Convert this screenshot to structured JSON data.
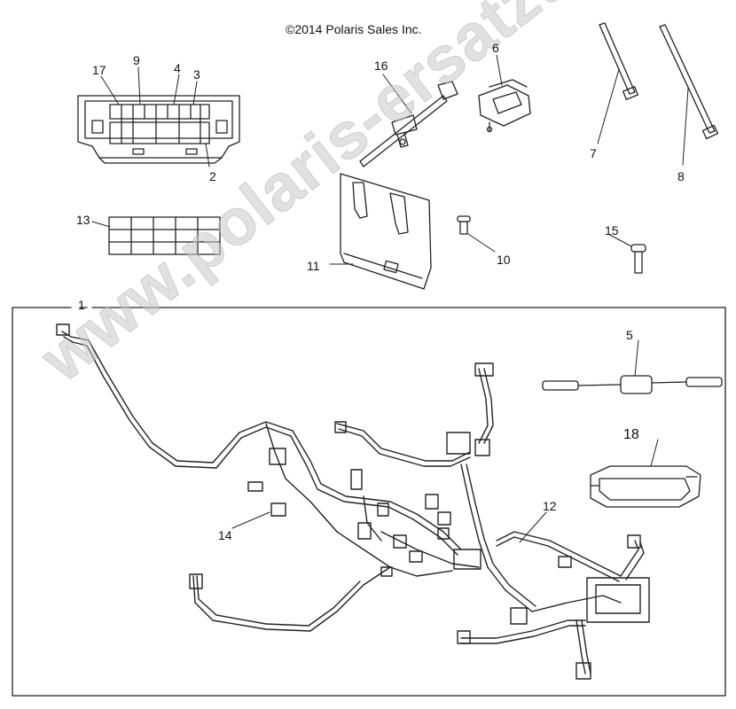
{
  "copyright": "©2014 Polaris Sales Inc.",
  "watermark": "www.polaris-ersatzteile.de",
  "callouts": [
    {
      "id": "1",
      "label": "1"
    },
    {
      "id": "2",
      "label": "2"
    },
    {
      "id": "3",
      "label": "3"
    },
    {
      "id": "4",
      "label": "4"
    },
    {
      "id": "5",
      "label": "5"
    },
    {
      "id": "6",
      "label": "6"
    },
    {
      "id": "7",
      "label": "7"
    },
    {
      "id": "8",
      "label": "8"
    },
    {
      "id": "9",
      "label": "9"
    },
    {
      "id": "10",
      "label": "10"
    },
    {
      "id": "11",
      "label": "11"
    },
    {
      "id": "12",
      "label": "12"
    },
    {
      "id": "13",
      "label": "13"
    },
    {
      "id": "14",
      "label": "14"
    },
    {
      "id": "15",
      "label": "15"
    },
    {
      "id": "16",
      "label": "16"
    },
    {
      "id": "17",
      "label": "17"
    },
    {
      "id": "18",
      "label": "18"
    }
  ],
  "colors": {
    "line": "#222222",
    "watermark": "#c8c8c8",
    "background": "#ffffff"
  }
}
